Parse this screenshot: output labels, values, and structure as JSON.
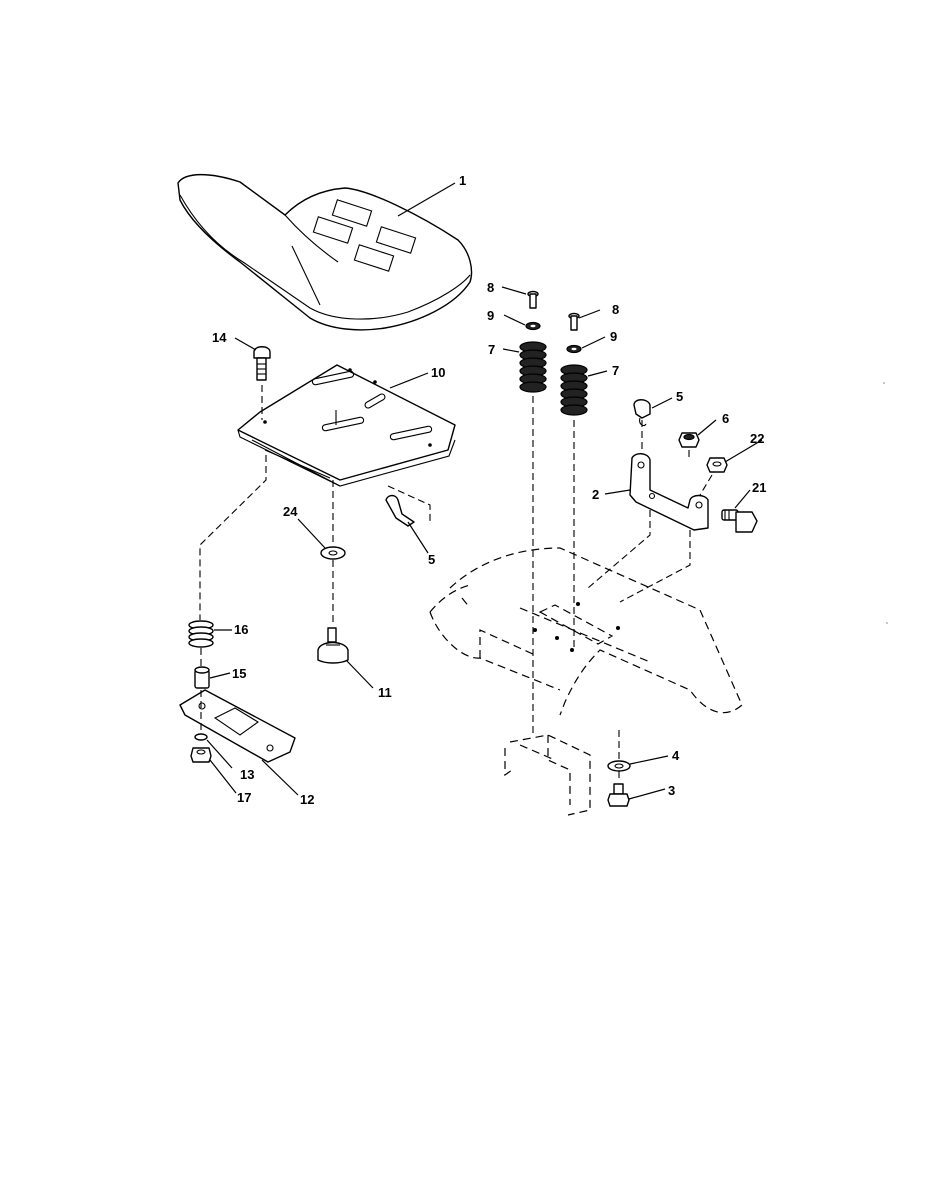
{
  "diagram": {
    "callouts": [
      {
        "id": "c1",
        "text": "1"
      },
      {
        "id": "c8a",
        "text": "8"
      },
      {
        "id": "c8b",
        "text": "8"
      },
      {
        "id": "c9a",
        "text": "9"
      },
      {
        "id": "c9b",
        "text": "9"
      },
      {
        "id": "c7a",
        "text": "7"
      },
      {
        "id": "c7b",
        "text": "7"
      },
      {
        "id": "c14",
        "text": "14"
      },
      {
        "id": "c10",
        "text": "10"
      },
      {
        "id": "c5a",
        "text": "5"
      },
      {
        "id": "c5b",
        "text": "5"
      },
      {
        "id": "c6",
        "text": "6"
      },
      {
        "id": "c22",
        "text": "22"
      },
      {
        "id": "c2",
        "text": "2"
      },
      {
        "id": "c21",
        "text": "21"
      },
      {
        "id": "c24",
        "text": "24"
      },
      {
        "id": "c16",
        "text": "16"
      },
      {
        "id": "c15",
        "text": "15"
      },
      {
        "id": "c11",
        "text": "11"
      },
      {
        "id": "c13",
        "text": "13"
      },
      {
        "id": "c17",
        "text": "17"
      },
      {
        "id": "c12",
        "text": "12"
      },
      {
        "id": "c4",
        "text": "4"
      },
      {
        "id": "c3",
        "text": "3"
      }
    ]
  }
}
